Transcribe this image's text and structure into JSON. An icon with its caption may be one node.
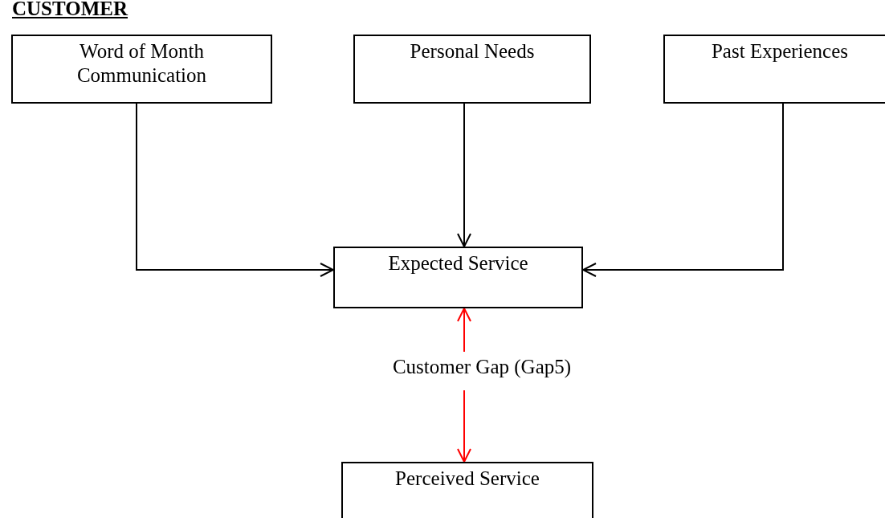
{
  "diagram": {
    "title": "CUSTOMER",
    "nodes": [
      {
        "text": [
          "Word of Month Communication"
        ]
      },
      {
        "text": [
          "Personal Needs"
        ]
      },
      {
        "text": [
          "Past Experiences"
        ]
      },
      {
        "text": [
          "Expected Service"
        ]
      },
      {
        "text": [
          "Perceived Service"
        ]
      },
      {
        "text": [
          "Customer Gap (Gap5)"
        ]
      }
    ],
    "edges": [
      {
        "from": 0,
        "to": 3,
        "arrow": "to"
      },
      {
        "from": 1,
        "to": 3,
        "arrow": "to"
      },
      {
        "from": 2,
        "to": 3,
        "arrow": "to"
      },
      {
        "from": 5,
        "to": 3,
        "arrow": "to",
        "color": "#ff0000"
      },
      {
        "from": 5,
        "to": 4,
        "arrow": "to",
        "color": "#ff0000"
      }
    ]
  }
}
